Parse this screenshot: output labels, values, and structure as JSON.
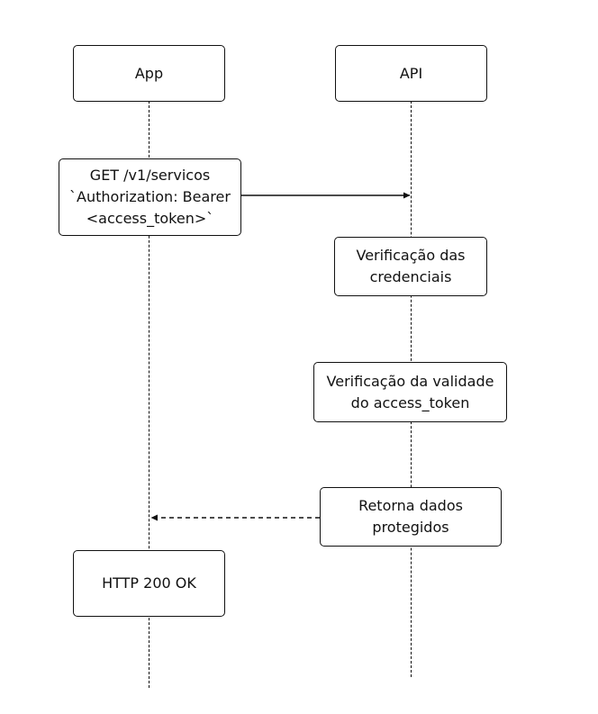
{
  "participants": {
    "app": {
      "label": "App"
    },
    "api": {
      "label": "API"
    }
  },
  "steps": {
    "request": {
      "lines": [
        "GET /v1/servicos",
        "`Authorization: Bearer",
        "<access_token>`"
      ]
    },
    "verify_credentials": {
      "lines": [
        "Verificação das",
        "credenciais"
      ]
    },
    "verify_token": {
      "lines": [
        "Verificação da validade",
        "do access_token"
      ]
    },
    "return_data": {
      "lines": [
        "Retorna dados",
        "protegidos"
      ]
    },
    "response": {
      "label": "HTTP 200 OK"
    }
  },
  "colors": {
    "stroke": "#111111",
    "background": "#ffffff"
  }
}
